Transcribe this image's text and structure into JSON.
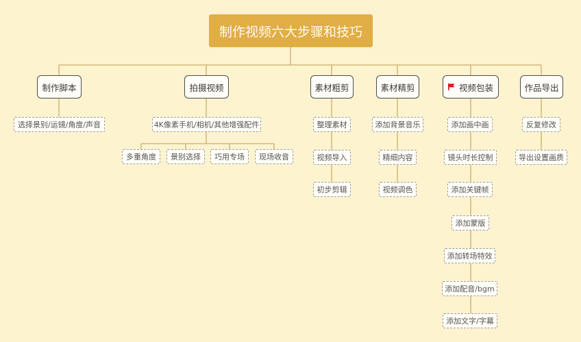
{
  "title": "制作视频六大步骤和技巧",
  "colors": {
    "background": "#fdf3cf",
    "root": "#e1ad45",
    "connector": "#c9b06a",
    "flag": "#d8141c"
  },
  "steps": [
    {
      "label": "制作脚本",
      "icon": null,
      "children": [
        "选择景别/运镜/角度/声音"
      ]
    },
    {
      "label": "拍摄视频",
      "icon": null,
      "children": [
        "4K像素手机/相机/其他增强配件"
      ],
      "grandchildren": [
        "多重角度",
        "景别选择",
        "巧用专场",
        "现场收音"
      ]
    },
    {
      "label": "素材粗剪",
      "icon": null,
      "children": [
        "整理素材",
        "视频导入",
        "初步剪辑"
      ]
    },
    {
      "label": "素材精剪",
      "icon": null,
      "children": [
        "添加背景音乐",
        "精细内容",
        "视频调色"
      ]
    },
    {
      "label": "视频包装",
      "icon": "red-flag-icon",
      "children": [
        "添加画中画",
        "镜头时长控制",
        "添加关键帧",
        "添加蒙版",
        "添加转场特效",
        "添加配音/bgm",
        "添加文字/字幕"
      ]
    },
    {
      "label": "作品导出",
      "icon": null,
      "children": [
        "反复修改",
        "导出设置画质"
      ]
    }
  ]
}
